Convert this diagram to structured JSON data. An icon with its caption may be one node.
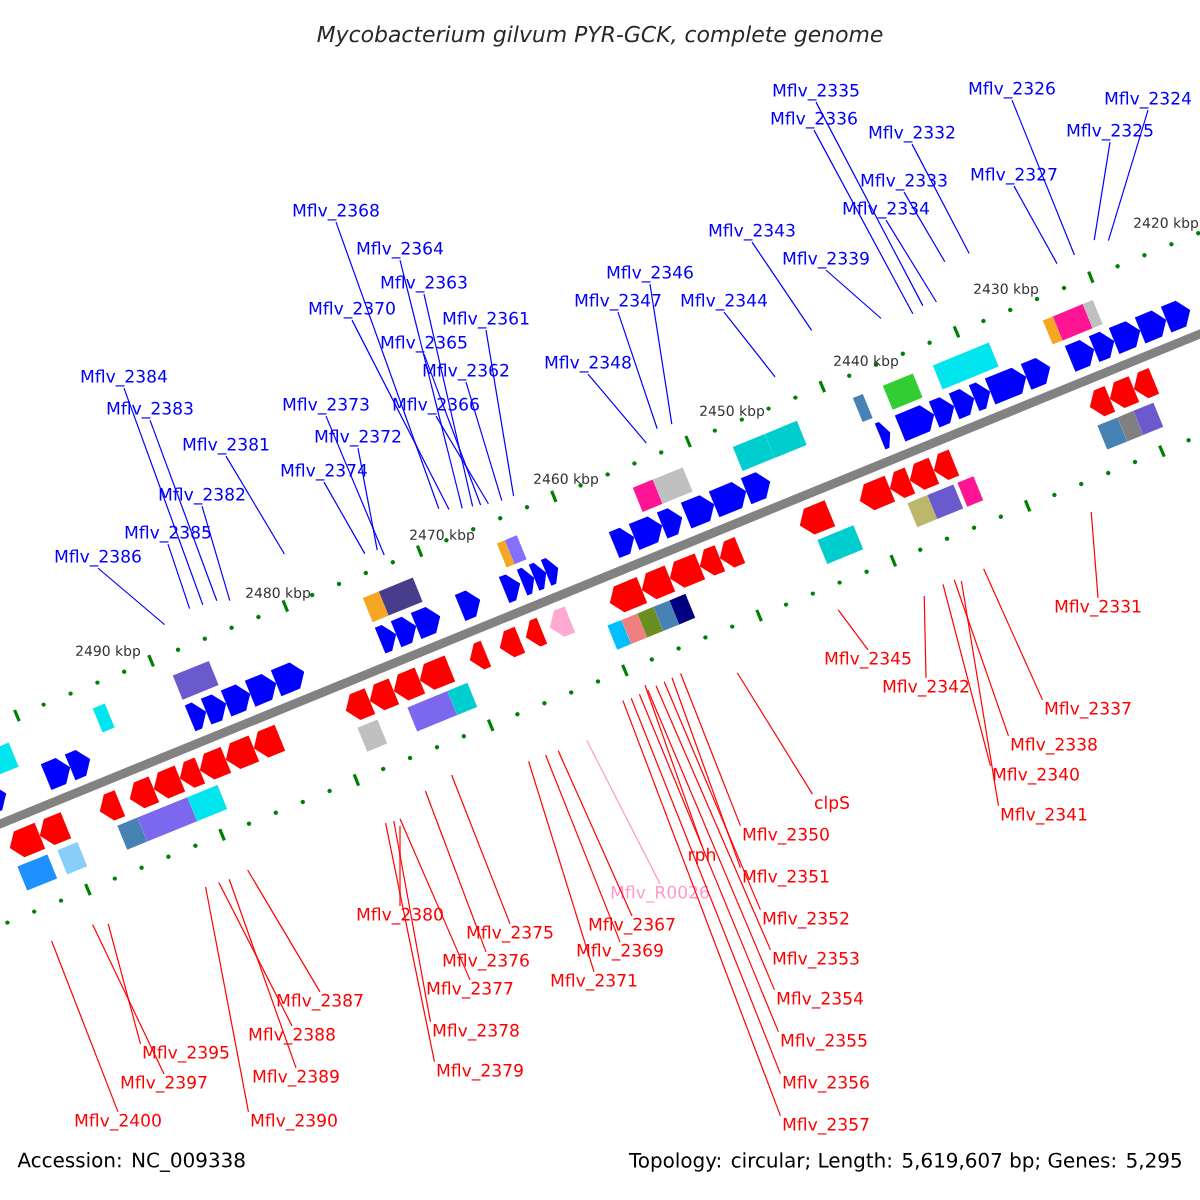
{
  "diagram": {
    "title": "Mycobacterium gilvum PYR-GCK, complete genome",
    "nodes": [
      {
        "text": [
          "Mflv_2335"
        ]
      },
      {
        "text": [
          "Mflv_2326"
        ]
      },
      {
        "text": [
          "Mflv_2324"
        ]
      },
      {
        "text": [
          "Mflv_2336"
        ]
      },
      {
        "text": [
          "Mflv_2332"
        ]
      },
      {
        "text": [
          "Mflv_2325"
        ]
      },
      {
        "text": [
          "Mflv_2327"
        ]
      },
      {
        "text": [
          "Mflv_2333"
        ]
      },
      {
        "text": [
          "Mflv_2334"
        ]
      },
      {
        "text": [
          "Mflv_2368"
        ]
      },
      {
        "text": [
          "Mflv_2343"
        ]
      },
      {
        "text": [
          "Mflv_2364"
        ]
      },
      {
        "text": [
          "Mflv_2339"
        ]
      },
      {
        "text": [
          "Mflv_2346"
        ]
      },
      {
        "text": [
          "Mflv_2363"
        ]
      },
      {
        "text": [
          "Mflv_2347"
        ]
      },
      {
        "text": [
          "Mflv_2344"
        ]
      },
      {
        "text": [
          "Mflv_2370"
        ]
      },
      {
        "text": [
          "Mflv_2361"
        ]
      },
      {
        "text": [
          "Mflv_2365"
        ]
      },
      {
        "text": [
          "Mflv_2348"
        ]
      },
      {
        "text": [
          "Mflv_2362"
        ]
      },
      {
        "text": [
          "Mflv_2384"
        ]
      },
      {
        "text": [
          "Mflv_2373"
        ]
      },
      {
        "text": [
          "Mflv_2366"
        ]
      },
      {
        "text": [
          "Mflv_2383"
        ]
      },
      {
        "text": [
          "Mflv_2372"
        ]
      },
      {
        "text": [
          "Mflv_2381"
        ]
      },
      {
        "text": [
          "Mflv_2374"
        ]
      },
      {
        "text": [
          "Mflv_2382"
        ]
      },
      {
        "text": [
          "Mflv_2385"
        ]
      },
      {
        "text": [
          "Mflv_2386"
        ]
      },
      {
        "text": [
          "Mflv_2331"
        ]
      },
      {
        "text": [
          "Mflv_2345"
        ]
      },
      {
        "text": [
          "Mflv_2342"
        ]
      },
      {
        "text": [
          "Mflv_2337"
        ]
      },
      {
        "text": [
          "Mflv_2338"
        ]
      },
      {
        "text": [
          "Mflv_2340"
        ]
      },
      {
        "text": [
          "Mflv_2341"
        ]
      },
      {
        "text": [
          "clpS"
        ]
      },
      {
        "text": [
          "Mflv_2350"
        ]
      },
      {
        "text": [
          "rph"
        ]
      },
      {
        "text": [
          "Mflv_2351"
        ]
      },
      {
        "text": [
          "Mflv_R0026"
        ]
      },
      {
        "text": [
          "Mflv_2352"
        ]
      },
      {
        "text": [
          "Mflv_2380"
        ]
      },
      {
        "text": [
          "Mflv_2367"
        ]
      },
      {
        "text": [
          "Mflv_2375"
        ]
      },
      {
        "text": [
          "Mflv_2369"
        ]
      },
      {
        "text": [
          "Mflv_2353"
        ]
      },
      {
        "text": [
          "Mflv_2376"
        ]
      },
      {
        "text": [
          "Mflv_2371"
        ]
      },
      {
        "text": [
          "Mflv_2377"
        ]
      },
      {
        "text": [
          "Mflv_2354"
        ]
      },
      {
        "text": [
          "Mflv_2387"
        ]
      },
      {
        "text": [
          "Mflv_2378"
        ]
      },
      {
        "text": [
          "Mflv_2388"
        ]
      },
      {
        "text": [
          "Mflv_2355"
        ]
      },
      {
        "text": [
          "Mflv_2395"
        ]
      },
      {
        "text": [
          "Mflv_2389"
        ]
      },
      {
        "text": [
          "Mflv_2379"
        ]
      },
      {
        "text": [
          "Mflv_2397"
        ]
      },
      {
        "text": [
          "Mflv_2356"
        ]
      },
      {
        "text": [
          "Mflv_2357"
        ]
      },
      {
        "text": [
          "Mflv_2390"
        ]
      },
      {
        "text": [
          "Mflv_2400"
        ]
      }
    ],
    "edges": [
      {
        "from": 0,
        "to": null,
        "arrow": "none",
        "color": "#0000ff"
      },
      {
        "from": 1,
        "to": null,
        "arrow": "none",
        "color": "#0000ff"
      },
      {
        "from": 2,
        "to": null,
        "arrow": "none",
        "color": "#0000ff"
      },
      {
        "from": 3,
        "to": null,
        "arrow": "none",
        "color": "#0000ff"
      },
      {
        "from": 4,
        "to": null,
        "arrow": "none",
        "color": "#0000ff"
      },
      {
        "from": 5,
        "to": null,
        "arrow": "none",
        "color": "#0000ff"
      },
      {
        "from": 6,
        "to": null,
        "arrow": "none",
        "color": "#0000ff"
      },
      {
        "from": 7,
        "to": null,
        "arrow": "none",
        "color": "#0000ff"
      },
      {
        "from": 8,
        "to": null,
        "arrow": "none",
        "color": "#0000ff"
      },
      {
        "from": 9,
        "to": null,
        "arrow": "none",
        "color": "#0000ff"
      },
      {
        "from": 10,
        "to": null,
        "arrow": "none",
        "color": "#0000ff"
      },
      {
        "from": 11,
        "to": null,
        "arrow": "none",
        "color": "#0000ff"
      },
      {
        "from": 12,
        "to": null,
        "arrow": "none",
        "color": "#0000ff"
      },
      {
        "from": 13,
        "to": null,
        "arrow": "none",
        "color": "#0000ff"
      },
      {
        "from": 14,
        "to": null,
        "arrow": "none",
        "color": "#0000ff"
      },
      {
        "from": 15,
        "to": null,
        "arrow": "none",
        "color": "#0000ff"
      },
      {
        "from": 16,
        "to": null,
        "arrow": "none",
        "color": "#0000ff"
      },
      {
        "from": 17,
        "to": null,
        "arrow": "none",
        "color": "#0000ff"
      },
      {
        "from": 18,
        "to": null,
        "arrow": "none",
        "color": "#0000ff"
      },
      {
        "from": 19,
        "to": null,
        "arrow": "none",
        "color": "#0000ff"
      },
      {
        "from": 20,
        "to": null,
        "arrow": "none",
        "color": "#0000ff"
      },
      {
        "from": 21,
        "to": null,
        "arrow": "none",
        "color": "#0000ff"
      },
      {
        "from": 22,
        "to": null,
        "arrow": "none",
        "color": "#0000ff"
      },
      {
        "from": 23,
        "to": null,
        "arrow": "none",
        "color": "#0000ff"
      },
      {
        "from": 24,
        "to": null,
        "arrow": "none",
        "color": "#0000ff"
      },
      {
        "from": 25,
        "to": null,
        "arrow": "none",
        "color": "#0000ff"
      },
      {
        "from": 26,
        "to": null,
        "arrow": "none",
        "color": "#0000ff"
      },
      {
        "from": 27,
        "to": null,
        "arrow": "none",
        "color": "#0000ff"
      },
      {
        "from": 28,
        "to": null,
        "arrow": "none",
        "color": "#0000ff"
      },
      {
        "from": 29,
        "to": null,
        "arrow": "none",
        "color": "#0000ff"
      },
      {
        "from": 30,
        "to": null,
        "arrow": "none",
        "color": "#0000ff"
      },
      {
        "from": 31,
        "to": null,
        "arrow": "none",
        "color": "#0000ff"
      },
      {
        "from": 32,
        "to": null,
        "arrow": "none"
      },
      {
        "from": 33,
        "to": null,
        "arrow": "none"
      },
      {
        "from": 34,
        "to": null,
        "arrow": "none"
      },
      {
        "from": 35,
        "to": null,
        "arrow": "none"
      },
      {
        "from": 36,
        "to": null,
        "arrow": "none"
      },
      {
        "from": 37,
        "to": null,
        "arrow": "none"
      },
      {
        "from": 38,
        "to": null,
        "arrow": "none"
      },
      {
        "from": 39,
        "to": null,
        "arrow": "none"
      },
      {
        "from": 40,
        "to": null,
        "arrow": "none"
      },
      {
        "from": 41,
        "to": null,
        "arrow": "none"
      },
      {
        "from": 42,
        "to": null,
        "arrow": "none"
      },
      {
        "from": 43,
        "to": null,
        "arrow": "none",
        "color": "#ff99cc"
      },
      {
        "from": 44,
        "to": null,
        "arrow": "none"
      },
      {
        "from": 45,
        "to": null,
        "arrow": "none"
      },
      {
        "from": 46,
        "to": null,
        "arrow": "none"
      },
      {
        "from": 47,
        "to": null,
        "arrow": "none"
      },
      {
        "from": 48,
        "to": null,
        "arrow": "none"
      },
      {
        "from": 49,
        "to": null,
        "arrow": "none"
      },
      {
        "from": 50,
        "to": null,
        "arrow": "none"
      },
      {
        "from": 51,
        "to": null,
        "arrow": "none"
      },
      {
        "from": 52,
        "to": null,
        "arrow": "none"
      },
      {
        "from": 53,
        "to": null,
        "arrow": "none"
      },
      {
        "from": 54,
        "to": null,
        "arrow": "none"
      },
      {
        "from": 55,
        "to": null,
        "arrow": "none"
      },
      {
        "from": 56,
        "to": null,
        "arrow": "none"
      },
      {
        "from": 57,
        "to": null,
        "arrow": "none"
      },
      {
        "from": 58,
        "to": null,
        "arrow": "none"
      },
      {
        "from": 59,
        "to": null,
        "arrow": "none"
      },
      {
        "from": 60,
        "to": null,
        "arrow": "none"
      },
      {
        "from": 61,
        "to": null,
        "arrow": "none"
      },
      {
        "from": 62,
        "to": null,
        "arrow": "none"
      },
      {
        "from": 63,
        "to": null,
        "arrow": "none"
      },
      {
        "from": 64,
        "to": null,
        "arrow": "none"
      },
      {
        "from": 65,
        "to": null,
        "arrow": "none"
      }
    ],
    "labels": [
      "2420 kbp",
      "2430 kbp",
      "2440 kbp",
      "2450 kbp",
      "2460 kbp",
      "2470 kbp",
      "2480 kbp",
      "2490 kbp",
      "Accession: NC_009338",
      "Topology: circular; Length: 5,619,607 bp; Genes: 5,295"
    ]
  }
}
